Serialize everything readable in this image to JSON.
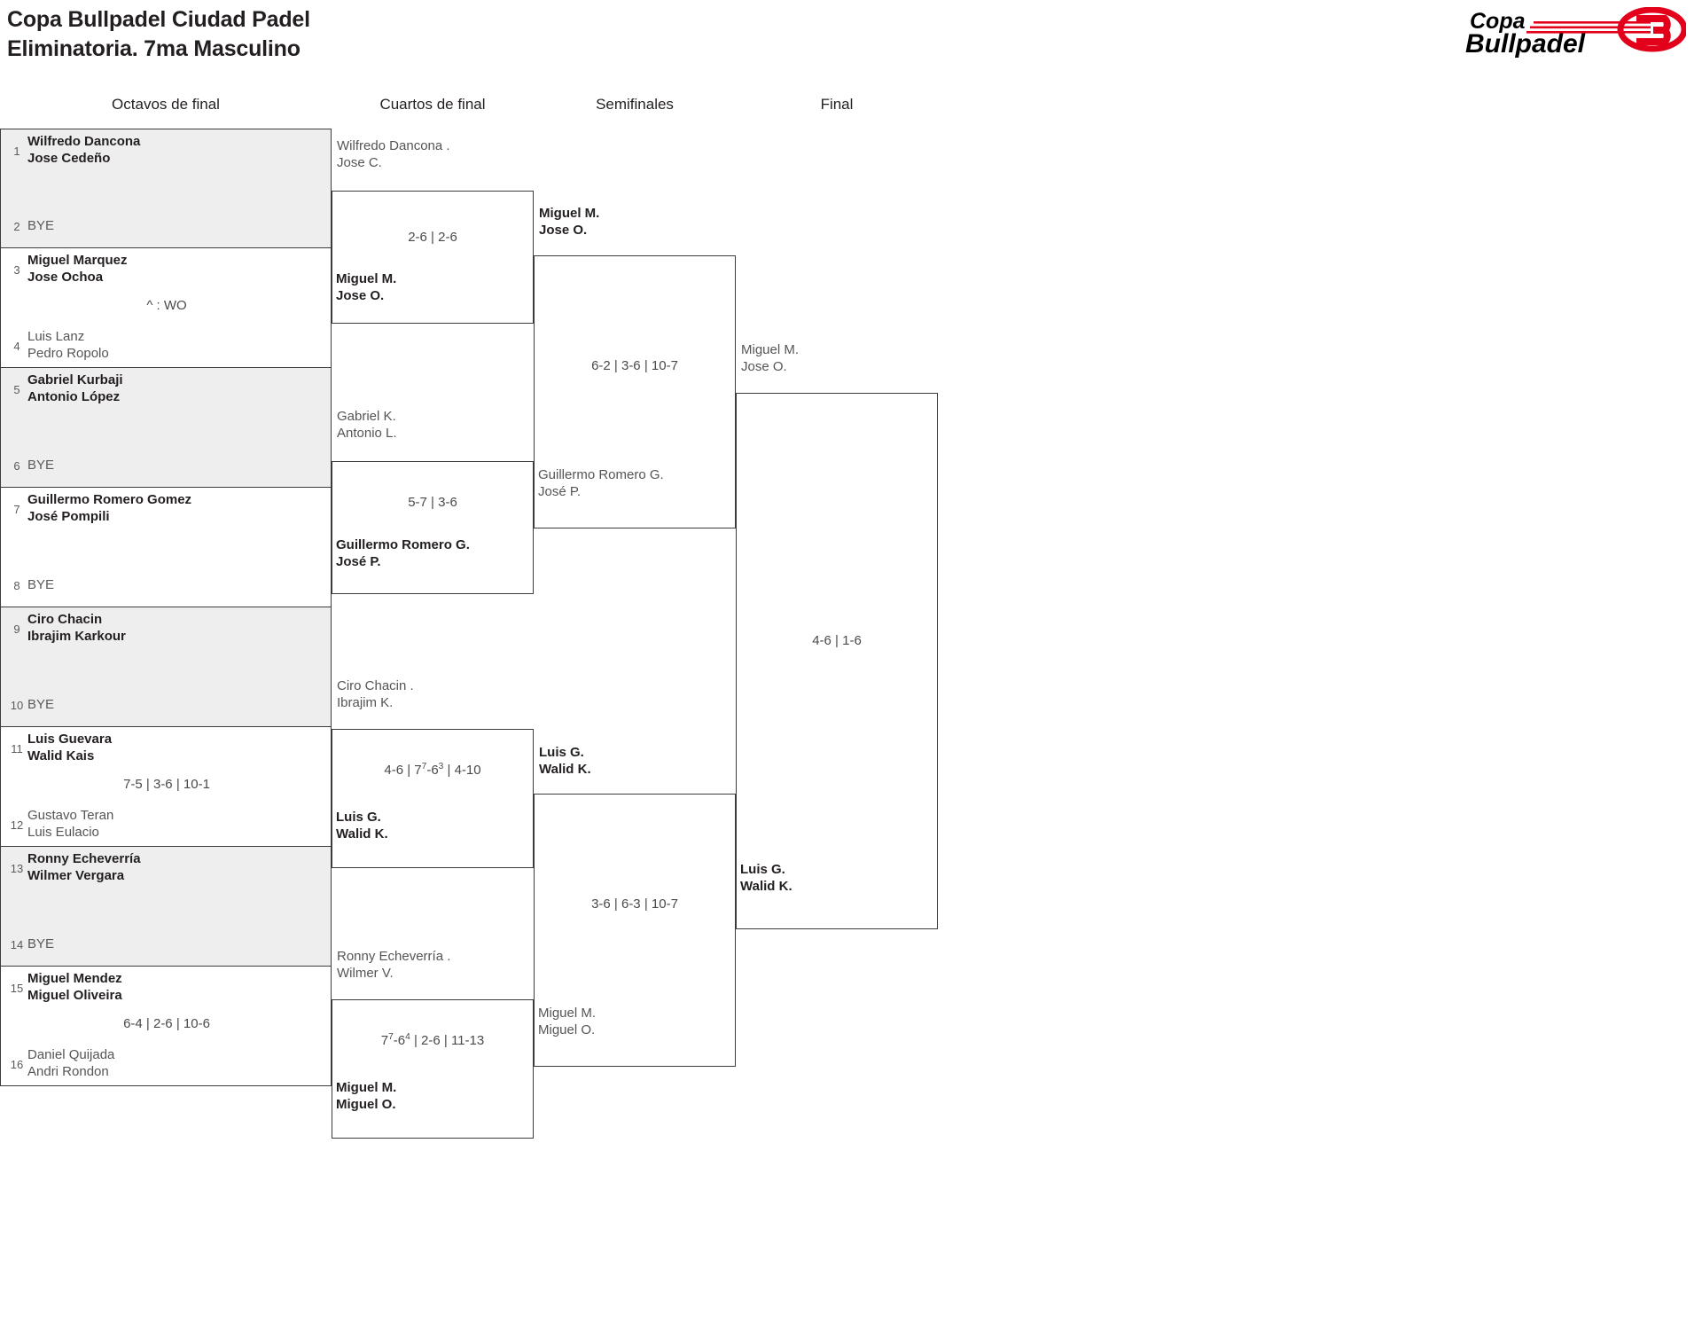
{
  "header": {
    "title": "Copa Bullpadel Ciudad Padel\nEliminatoria. 7ma Masculino",
    "logo": {
      "word_top": "Copa",
      "word_bottom": "Bullpadel",
      "mark": "3",
      "red": "#E2001A",
      "black": "#000000"
    }
  },
  "rounds": [
    {
      "label": "Octavos de final"
    },
    {
      "label": "Cuartos de final"
    },
    {
      "label": "Semifinales"
    },
    {
      "label": "Final"
    }
  ],
  "round1": {
    "pairs": [
      {
        "top": {
          "seed": "1",
          "names": "Wilfredo Dancona\nJose Cedeño",
          "state": "win"
        },
        "bottom": {
          "seed": "2",
          "names": "BYE",
          "state": "bye"
        },
        "score": ""
      },
      {
        "top": {
          "seed": "3",
          "names": "Miguel Marquez\nJose Ochoa",
          "state": "win"
        },
        "bottom": {
          "seed": "4",
          "names": "Luis Lanz\nPedro Ropolo",
          "state": "lose"
        },
        "score": "^ : WO"
      },
      {
        "top": {
          "seed": "5",
          "names": "Gabriel Kurbaji\nAntonio López",
          "state": "win"
        },
        "bottom": {
          "seed": "6",
          "names": "BYE",
          "state": "bye"
        },
        "score": ""
      },
      {
        "top": {
          "seed": "7",
          "names": "Guillermo Romero Gomez\nJosé Pompili",
          "state": "win"
        },
        "bottom": {
          "seed": "8",
          "names": "BYE",
          "state": "bye"
        },
        "score": ""
      },
      {
        "top": {
          "seed": "9",
          "names": "Ciro Chacin\nIbrajim Karkour",
          "state": "win"
        },
        "bottom": {
          "seed": "10",
          "names": "BYE",
          "state": "bye"
        },
        "score": ""
      },
      {
        "top": {
          "seed": "11",
          "names": "Luis Guevara\nWalid Kais",
          "state": "win"
        },
        "bottom": {
          "seed": "12",
          "names": "Gustavo Teran\nLuis Eulacio",
          "state": "lose"
        },
        "score": "7-5 | 3-6 | 10-1"
      },
      {
        "top": {
          "seed": "13",
          "names": "Ronny Echeverría\nWilmer Vergara",
          "state": "win"
        },
        "bottom": {
          "seed": "14",
          "names": "BYE",
          "state": "bye"
        },
        "score": ""
      },
      {
        "top": {
          "seed": "15",
          "names": "Miguel Mendez\nMiguel Oliveira",
          "state": "win"
        },
        "bottom": {
          "seed": "16",
          "names": "Daniel Quijada\nAndri Rondon",
          "state": "lose"
        },
        "score": "6-4 | 2-6 | 10-6"
      }
    ]
  },
  "round2": {
    "matches": [
      {
        "top": {
          "names": "Wilfredo Dancona .\nJose C.",
          "state": "lose"
        },
        "bottom": {
          "names": "Miguel M.\nJose O.",
          "state": "win"
        },
        "score_html": "2-6 | 2-6"
      },
      {
        "top": {
          "names": "Gabriel K.\nAntonio L.",
          "state": "lose"
        },
        "bottom": {
          "names": "Guillermo Romero G.\nJosé P.",
          "state": "win"
        },
        "score_html": "5-7 | 3-6"
      },
      {
        "top": {
          "names": "Ciro Chacin .\nIbrajim K.",
          "state": "lose"
        },
        "bottom": {
          "names": "Luis G.\nWalid K.",
          "state": "win"
        },
        "score_html": "4-6 | 7<sup>7</sup>-6<sup>3</sup> | 4-10"
      },
      {
        "top": {
          "names": "Ronny Echeverría .\nWilmer V.",
          "state": "lose"
        },
        "bottom": {
          "names": "Miguel M.\nMiguel O.",
          "state": "win"
        },
        "score_html": "7<sup>7</sup>-6<sup>4</sup> | 2-6 | 11-13"
      }
    ]
  },
  "round3": {
    "matches": [
      {
        "top": {
          "names": "Miguel M.\nJose O.",
          "state": "win"
        },
        "bottom": {
          "names": "Guillermo Romero G.\nJosé P.",
          "state": "lose"
        },
        "score_html": "6-2 | 3-6 | 10-7"
      },
      {
        "top": {
          "names": "Luis G.\nWalid K.",
          "state": "win"
        },
        "bottom": {
          "names": "Miguel M.\nMiguel O.",
          "state": "lose"
        },
        "score_html": "3-6 | 6-3 | 10-7"
      }
    ]
  },
  "round4": {
    "matches": [
      {
        "top": {
          "names": "Miguel M.\nJose O.",
          "state": "lose"
        },
        "bottom": {
          "names": "Luis G.\nWalid K.",
          "state": "win"
        },
        "score_html": "4-6 | 1-6"
      }
    ]
  }
}
